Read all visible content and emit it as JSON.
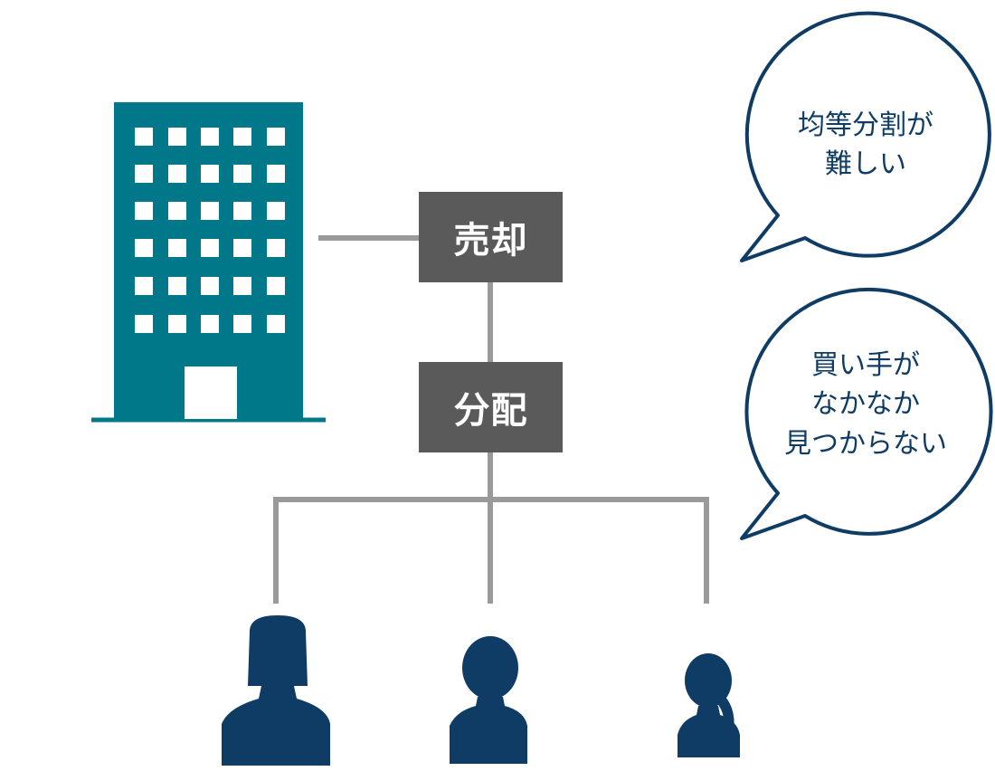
{
  "colors": {
    "building": "#00788a",
    "node_box": "#5a5a5a",
    "connector": "#9a9a9a",
    "person": "#0f3c65",
    "bubble_stroke": "#0f3c65",
    "window": "#ffffff"
  },
  "nodes": {
    "sale": "売却",
    "distribution": "分配"
  },
  "bubbles": {
    "top": {
      "lines": [
        "均等分割が",
        "難しい"
      ]
    },
    "bottom": {
      "lines": [
        "買い手が",
        "なかなか",
        "見つからない"
      ]
    }
  },
  "icons": {
    "building": "office-building-icon",
    "person_left": "person-long-hair-icon",
    "person_middle": "person-short-hair-icon",
    "person_right": "person-ponytail-icon"
  }
}
